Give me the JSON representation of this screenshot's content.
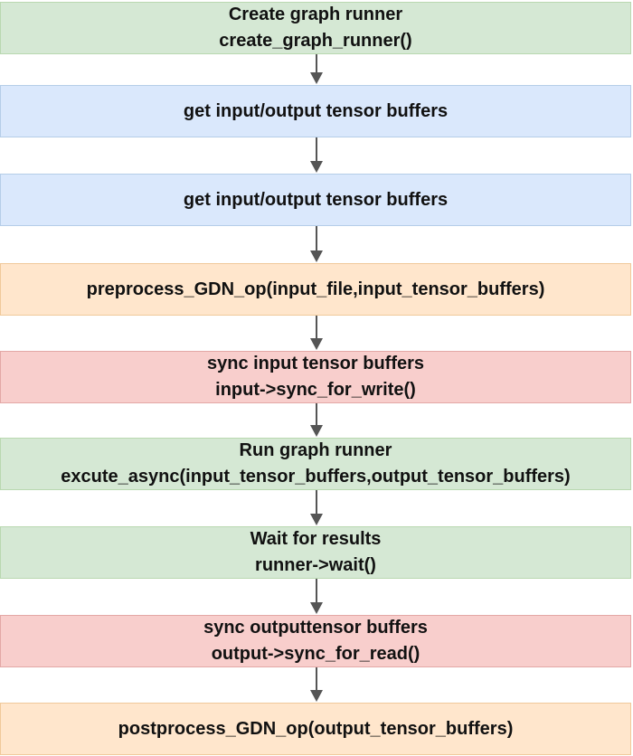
{
  "steps": [
    {
      "id": "create-runner",
      "color": "green",
      "lines": [
        "Create graph runner",
        "create_graph_runner()"
      ]
    },
    {
      "id": "get-buffers-1",
      "color": "blue",
      "lines": [
        "get input/output tensor buffers"
      ]
    },
    {
      "id": "get-buffers-2",
      "color": "blue",
      "lines": [
        "get input/output tensor buffers"
      ]
    },
    {
      "id": "preprocess",
      "color": "orange",
      "lines": [
        "preprocess_GDN_op(input_file,input_tensor_buffers)"
      ]
    },
    {
      "id": "sync-input",
      "color": "red",
      "lines": [
        "sync input tensor buffers",
        "input->sync_for_write()"
      ]
    },
    {
      "id": "run-runner",
      "color": "green",
      "lines": [
        "Run graph runner",
        "excute_async(input_tensor_buffers,output_tensor_buffers)"
      ]
    },
    {
      "id": "wait-results",
      "color": "green",
      "lines": [
        "Wait for results",
        "runner->wait()"
      ]
    },
    {
      "id": "sync-output",
      "color": "red",
      "lines": [
        "sync outputtensor buffers",
        "output->sync_for_read()"
      ]
    },
    {
      "id": "postprocess",
      "color": "orange",
      "lines": [
        "postprocess_GDN_op(output_tensor_buffers)"
      ]
    }
  ],
  "colors": {
    "green": "#d5e8d4",
    "blue": "#dae8fc",
    "orange": "#ffe6cc",
    "red": "#f8cecc",
    "arrow": "#555555"
  }
}
